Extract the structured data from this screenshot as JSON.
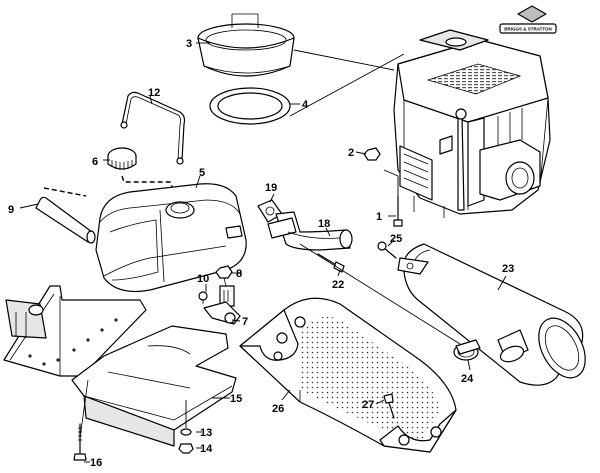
{
  "diagram": {
    "brand_logo_text": "BRIGGS & STRATTON",
    "callouts": [
      {
        "id": "1",
        "label": "1"
      },
      {
        "id": "2",
        "label": "2"
      },
      {
        "id": "3",
        "label": "3"
      },
      {
        "id": "4",
        "label": "4"
      },
      {
        "id": "5",
        "label": "5"
      },
      {
        "id": "6",
        "label": "6"
      },
      {
        "id": "7",
        "label": "7"
      },
      {
        "id": "8",
        "label": "8"
      },
      {
        "id": "9",
        "label": "9"
      },
      {
        "id": "10",
        "label": "10"
      },
      {
        "id": "12",
        "label": "12"
      },
      {
        "id": "13",
        "label": "13"
      },
      {
        "id": "14",
        "label": "14"
      },
      {
        "id": "15",
        "label": "15"
      },
      {
        "id": "16",
        "label": "16"
      },
      {
        "id": "18",
        "label": "18"
      },
      {
        "id": "19",
        "label": "19"
      },
      {
        "id": "22",
        "label": "22"
      },
      {
        "id": "23",
        "label": "23"
      },
      {
        "id": "24",
        "label": "24"
      },
      {
        "id": "25",
        "label": "25"
      },
      {
        "id": "26",
        "label": "26"
      },
      {
        "id": "27",
        "label": "27"
      }
    ],
    "colors": {
      "line": "#000000",
      "background": "#ffffff",
      "shade": "#e6e6e6"
    }
  }
}
